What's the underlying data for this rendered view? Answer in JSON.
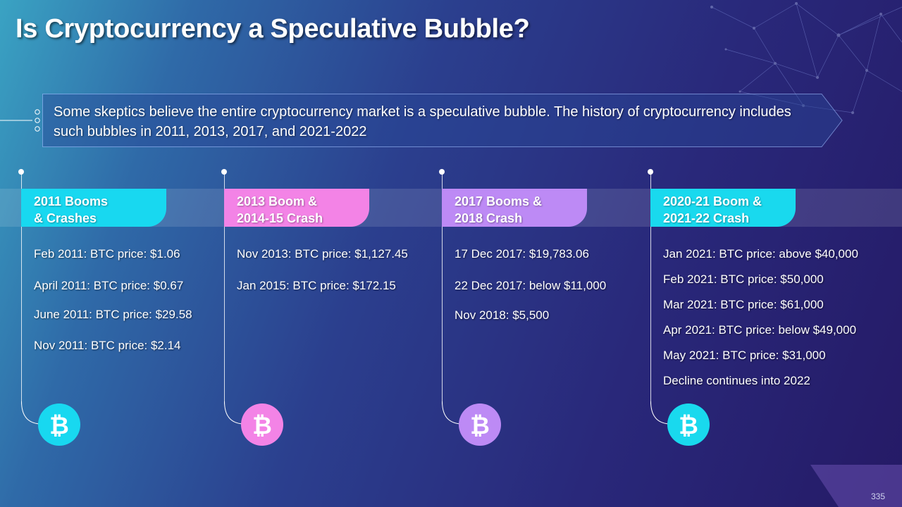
{
  "slide": {
    "title": "Is Cryptocurrency a Speculative Bubble?",
    "intro": "Some skeptics believe the entire cryptocurrency market is a speculative bubble. The history of cryptocurrency includes such bubbles in 2011, 2013, 2017, and 2021-2022",
    "page_number": "335"
  },
  "colors": {
    "cyan": "#18d8f0",
    "pink": "#f383e6",
    "purple": "#bd8af5",
    "cyan2": "#19d9ee"
  },
  "timeline": [
    {
      "heading_line1": "2011 Booms",
      "heading_line2": "& Crashes",
      "color": "#18d8f0",
      "icon": "bitcoin-icon",
      "entries": [
        "Feb 2011: BTC price: $1.06",
        "April 2011: BTC price: $0.67",
        "June 2011: BTC price: $29.58",
        "Nov 2011: BTC price: $2.14"
      ]
    },
    {
      "heading_line1": "2013 Boom &",
      "heading_line2": "2014-15 Crash",
      "color": "#f383e6",
      "icon": "bitcoin-icon",
      "entries": [
        "Nov 2013: BTC price: $1,127.45",
        "Jan 2015: BTC price: $172.15"
      ]
    },
    {
      "heading_line1": "2017 Booms &",
      "heading_line2": "2018 Crash",
      "color": "#bd8af5",
      "icon": "bitcoin-icon",
      "entries": [
        "17 Dec 2017: $19,783.06",
        "22 Dec 2017: below $11,000",
        "Nov 2018: $5,500"
      ]
    },
    {
      "heading_line1": "2020-21 Boom &",
      "heading_line2": "2021-22 Crash",
      "color": "#19d9ee",
      "icon": "bitcoin-icon",
      "entries": [
        "Jan 2021: BTC price: above $40,000",
        "Feb 2021: BTC price: $50,000",
        "Mar 2021: BTC price: $61,000",
        "Apr 2021: BTC price: below $49,000",
        "May 2021: BTC price: $31,000",
        "Decline continues into 2022"
      ]
    }
  ]
}
